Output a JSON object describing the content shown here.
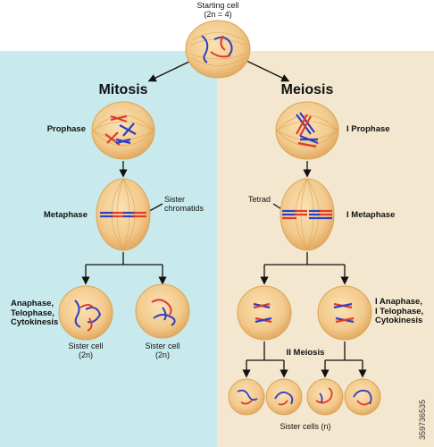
{
  "starting_cell": {
    "line1": "Starting cell",
    "line2": "(2n = 4)"
  },
  "mitosis": {
    "title": "Mitosis",
    "prophase": "Prophase",
    "metaphase": "Metaphase",
    "sister_chromatids_1": "Sister",
    "sister_chromatids_2": "chromatids",
    "anaphase_1": "Anaphase,",
    "anaphase_2": "Telophase,",
    "anaphase_3": "Cytokinesis",
    "sister_cell_left_1": "Sister cell",
    "sister_cell_left_2": "(2n)",
    "sister_cell_right_1": "Sister cell",
    "sister_cell_right_2": "(2n)"
  },
  "meiosis": {
    "title": "Meiosis",
    "prophase": "I Prophase",
    "metaphase": "I Metaphase",
    "tetrad": "Tetrad",
    "anaphase_1": "I Anaphase,",
    "anaphase_2": "I Telophase,",
    "anaphase_3": "Cytokinesis",
    "meiosis_2": "II Meiosis",
    "sister_cells": "Sister cells (n)"
  },
  "stock_id": "359736535",
  "colors": {
    "mitosis_bg": "#c9eaec",
    "meiosis_bg": "#f3e7cf",
    "cell_fill": "#f2c98b",
    "cell_edge": "#d9a55a",
    "chromosome_red": "#e23a2e",
    "chromosome_blue": "#2f3fc4"
  }
}
